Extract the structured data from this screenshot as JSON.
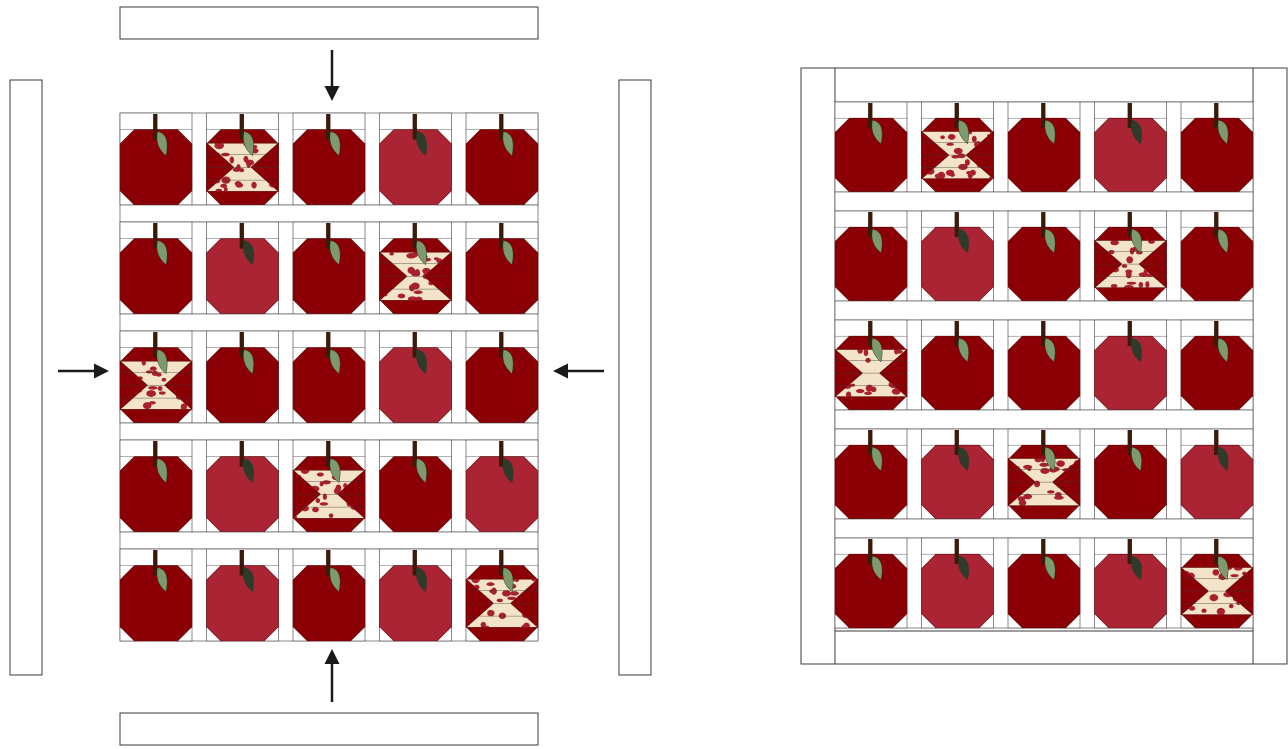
{
  "colors": {
    "background": "#ffffff",
    "outline": "#3a3a3a",
    "border_fill": "#ffffff",
    "sashing_fill": "#ffffff",
    "apple_dark": "#8b0004",
    "apple_medium": "#ab2434",
    "stem": "#3a1a0a",
    "leaf_light": "#7d9a6e",
    "leaf_dark": "#2f3b2a",
    "core_fabric_base": "#f3e3c8",
    "core_fabric_dots": "#a8202c",
    "arrow": "#1a1a1a"
  },
  "quilt_layout": {
    "rows": 5,
    "cols": 5,
    "blocks": [
      [
        "apple-dark",
        "apple-core",
        "apple-dark",
        "apple-medium",
        "apple-dark"
      ],
      [
        "apple-dark",
        "apple-medium",
        "apple-dark",
        "apple-core",
        "apple-dark"
      ],
      [
        "apple-core",
        "apple-dark",
        "apple-dark",
        "apple-medium",
        "apple-dark"
      ],
      [
        "apple-dark",
        "apple-medium",
        "apple-core",
        "apple-dark",
        "apple-medium"
      ],
      [
        "apple-dark",
        "apple-medium",
        "apple-dark",
        "apple-medium",
        "apple-core"
      ]
    ]
  },
  "assembly_arrows": [
    "down-from-top-border",
    "up-from-bottom-border",
    "right-from-left-border",
    "left-from-right-border"
  ],
  "panels": [
    "exploded-assembly-view",
    "finished-quilt-view"
  ]
}
